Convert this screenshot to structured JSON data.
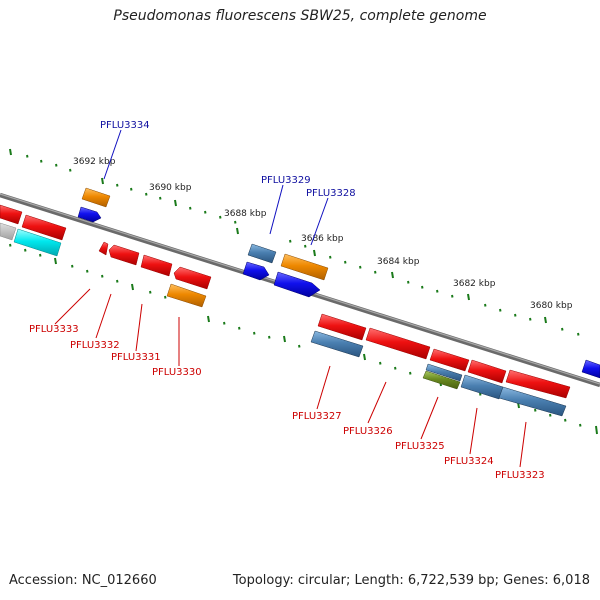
{
  "title": "Pseudomonas fluorescens SBW25, complete genome",
  "footer": {
    "accession": "Accession: NC_012660",
    "summary": "Topology: circular; Length: 6,722,539 bp; Genes: 6,018"
  },
  "scale": {
    "kbp_3692": "3692 kbp",
    "kbp_3690": "3690 kbp",
    "kbp_3688": "3688 kbp",
    "kbp_3686": "3686 kbp",
    "kbp_3684": "3684 kbp",
    "kbp_3682": "3682 kbp",
    "kbp_3680": "3680 kbp"
  },
  "genes_top": {
    "PFLU3334": "PFLU3334",
    "PFLU3329": "PFLU3329",
    "PFLU3328": "PFLU3328"
  },
  "genes_bottom": {
    "PFLU3333": "PFLU3333",
    "PFLU3332": "PFLU3332",
    "PFLU3331": "PFLU3331",
    "PFLU3330": "PFLU3330",
    "PFLU3327": "PFLU3327",
    "PFLU3326": "PFLU3326",
    "PFLU3325": "PFLU3325",
    "PFLU3324": "PFLU3324",
    "PFLU3323": "PFLU3323"
  },
  "colors": {
    "cds_red": "#ee1111",
    "cds_blue": "#1111ee",
    "cds_orange": "#ee8800",
    "cds_steel": "#4a7fb0",
    "cds_cyan": "#00e8ee",
    "cds_olive": "#6a8a20",
    "tick_green": "#1a7a1a",
    "backbone": "#777777"
  }
}
